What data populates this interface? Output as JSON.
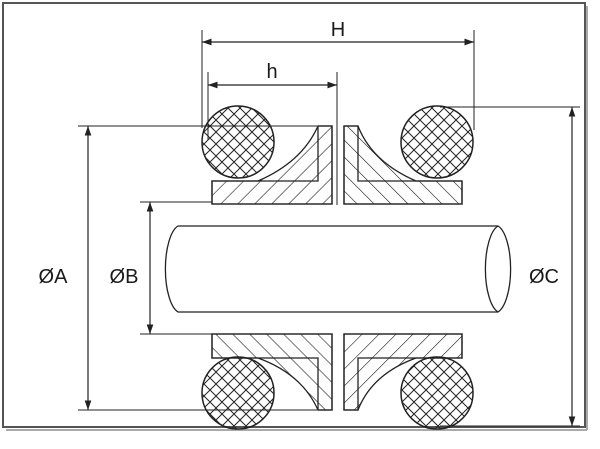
{
  "labels": {
    "H": "H",
    "h": "h",
    "A": "ØA",
    "B": "ØB",
    "C": "ØC"
  },
  "colors": {
    "line": "#222222",
    "border": "#555555",
    "background": "#ffffff"
  }
}
